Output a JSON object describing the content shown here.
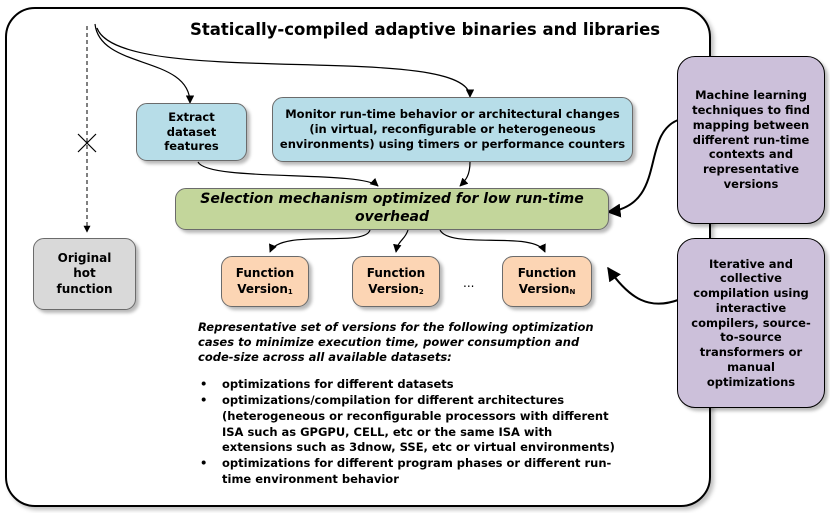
{
  "title": "Statically-compiled adaptive binaries and libraries",
  "boxes": {
    "extract": "Extract dataset features",
    "monitor": "Monitor run-time behavior or architectural changes (in virtual, reconfigurable or heterogeneous environments) using timers or performance counters",
    "selection": "Selection mechanism optimized for low run-time overhead",
    "original": "Original hot function",
    "function_label": "Function",
    "version_label": "Version",
    "version_subscripts": [
      "1",
      "2",
      "N"
    ],
    "ellipsis": "...",
    "ml": "Machine learning techniques to find mapping between different run-time contexts and representative versions",
    "iterative": "Iterative and collective compilation using interactive compilers, source-to-source transformers or manual optimizations"
  },
  "description": "Representative set of versions for the following optimization cases to minimize execution time, power consumption and code-size across all available datasets:",
  "bullets": [
    "optimizations for different datasets",
    "optimizations/compilation for different architectures (heterogeneous or reconfigurable processors with different ISA such as GPGPU, CELL, etc or the same ISA with extensions such as 3dnow, SSE, etc or virtual environments)",
    "optimizations for different program phases or different run-time environment behavior"
  ],
  "colors": {
    "blue": "#b7dde8",
    "green": "#c3d69b",
    "gray": "#d9d9d9",
    "orange": "#fcd5b4",
    "purple": "#ccc0da"
  }
}
